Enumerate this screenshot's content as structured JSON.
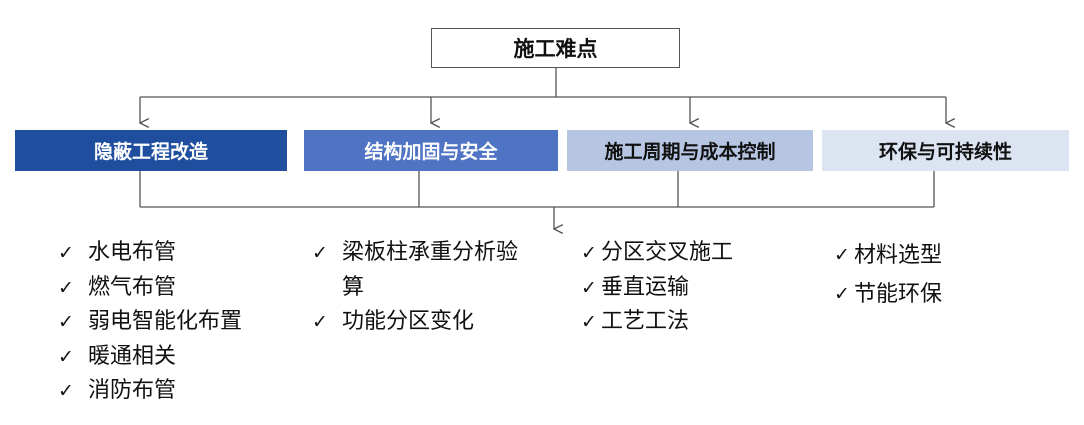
{
  "root": {
    "title": "施工难点"
  },
  "check_icon": "✓",
  "categories": [
    {
      "title": "隐蔽工程改造",
      "bg": "#1f4e9f",
      "fg": "#ffffff",
      "items": [
        "水电布管",
        "燃气布管",
        "弱电智能化布置",
        "暖通相关",
        "消防布管"
      ]
    },
    {
      "title": "结构加固与安全",
      "bg": "#4f74c4",
      "fg": "#ffffff",
      "items": [
        "梁板柱承重分析验算",
        "功能分区变化"
      ]
    },
    {
      "title": "施工周期与成本控制",
      "bg": "#b6c5e2",
      "fg": "#111111",
      "items": [
        "分区交叉施工",
        "垂直运输",
        "工艺工法"
      ]
    },
    {
      "title": "环保与可持续性",
      "bg": "#dce3f1",
      "fg": "#111111",
      "items": [
        "材料选型",
        "节能环保"
      ]
    }
  ],
  "colors": {
    "line": "#555555",
    "text": "#111111"
  }
}
